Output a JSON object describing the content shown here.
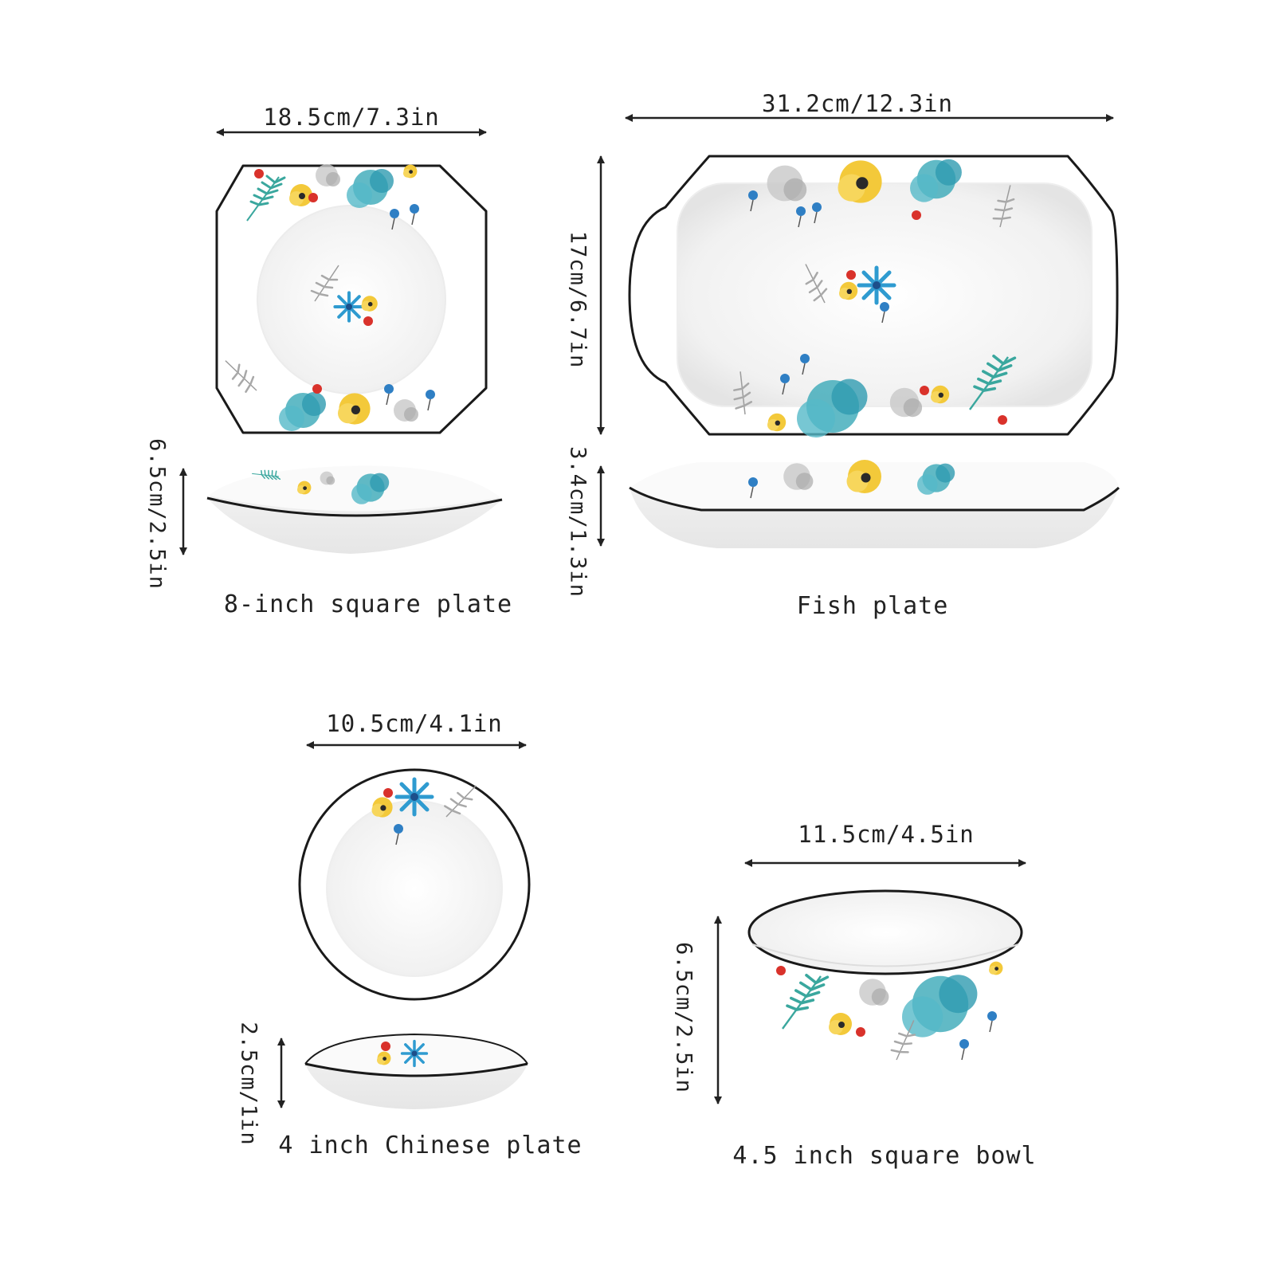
{
  "products": {
    "square_plate": {
      "name": "8-inch square plate",
      "width": "18.5cm/7.3in",
      "height": "6.5cm/2.5in"
    },
    "fish_plate": {
      "name": "Fish plate",
      "width": "31.2cm/12.3in",
      "length": "17cm/6.7in",
      "height": "3.4cm/1.3in"
    },
    "chinese_plate": {
      "name": "4 inch Chinese plate",
      "width": "10.5cm/4.1in",
      "height": "2.5cm/1in"
    },
    "square_bowl": {
      "name": "4.5 inch square bowl",
      "width": "11.5cm/4.5in",
      "height": "6.5cm/2.5in"
    }
  },
  "colors": {
    "rim": "#1a1a1a",
    "porcelain": "#fbfbfb",
    "teal": "#39a9b8",
    "blue": "#2f7fc4",
    "yellow": "#f3c93a",
    "red": "#d9322b",
    "grey": "#9c9c9c",
    "leaf": "#3aa79e"
  }
}
